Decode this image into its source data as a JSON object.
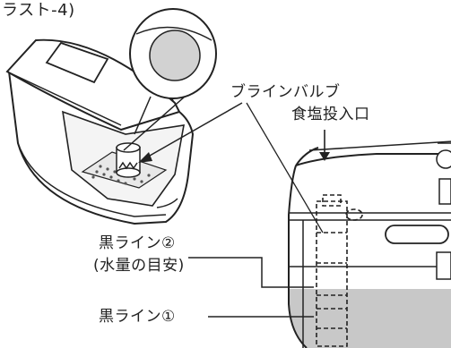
{
  "header": {
    "caption_fragment": "ラスト-4)"
  },
  "labels": {
    "brine_valve": "ブラインバルブ",
    "salt_inlet": "食塩投入口",
    "black_line_2": "黒ライン②",
    "water_level_guide": "(水量の目安)",
    "black_line_1": "黒ライン①"
  },
  "colors": {
    "line": "#222222",
    "water": "#c8c8c8",
    "body_fill": "#ffffff"
  }
}
